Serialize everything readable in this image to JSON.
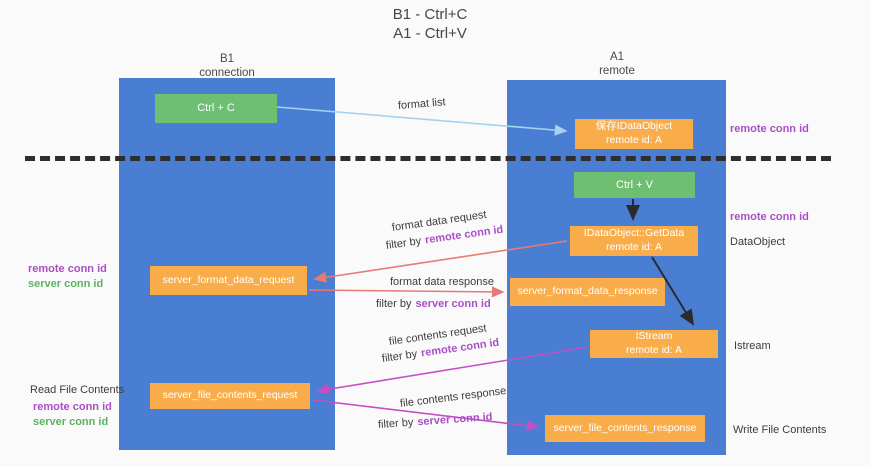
{
  "title": {
    "line1": "B1 - Ctrl+C",
    "line2": "A1 - Ctrl+V"
  },
  "lanes": {
    "left": {
      "name": "B1",
      "subtitle": "connection"
    },
    "right": {
      "name": "A1",
      "subtitle": "remote"
    }
  },
  "boxes": {
    "ctrl_c": "Ctrl + C",
    "ctrl_v": "Ctrl + V",
    "save_idataobject": {
      "line1": "保存IDataObject",
      "line2": "remote id: A"
    },
    "getdata": {
      "line1": "IDataObject::GetData",
      "line2": "remote id: A"
    },
    "istream": {
      "line1": "IStream",
      "line2": "remote id: A"
    },
    "format_request": "server_format_data_request",
    "format_response": "server_format_data_response",
    "file_request": "server_file_contents_request",
    "file_response": "server_file_contents_response"
  },
  "arrow_labels": {
    "format_list": "format list",
    "format_data_request": "format data request",
    "format_data_response": "format data response",
    "file_contents_request": "file contents request",
    "file_contents_response": "file contents response",
    "filter_by": "filter by",
    "remote_conn_id": "remote conn id",
    "server_conn_id": "server conn id"
  },
  "margin_labels": {
    "remote_conn_id": "remote conn id",
    "server_conn_id": "server conn id",
    "dataobject": "DataObject",
    "istream": "Istream",
    "read_file_contents": "Read File Contents",
    "write_file_contents": "Write File Contents"
  },
  "colors": {
    "lane_blue": "#4a7ed3",
    "box_green": "#6ebf72",
    "box_orange": "#f9ad4a",
    "text_purple": "#a94fc6",
    "text_green": "#5cb160",
    "arrow_blue": "#a5d2f0",
    "arrow_red": "#e87a74",
    "arrow_magenta": "#c44fc4",
    "arrow_black": "#2b2b2b",
    "background": "#fafafa"
  }
}
